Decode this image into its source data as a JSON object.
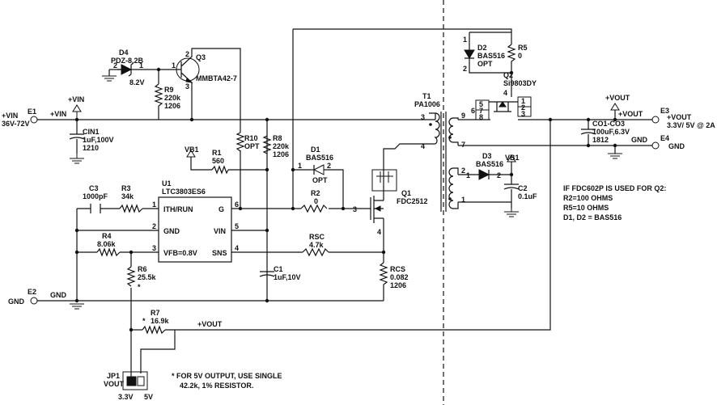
{
  "vin": {
    "terminal": "E1",
    "supply": "+VIN",
    "range": "36V-72V",
    "net1": "+VIN",
    "net2": "+VIN"
  },
  "gnd": {
    "terminal": "E2",
    "label": "GND",
    "net": "GND"
  },
  "vout": {
    "terminal3": "E3",
    "label": "+VOUT",
    "spec": "3.3V/ 5V @ 2A",
    "terminal4": "E4",
    "gnd": "GND",
    "net_top": "+VOUT",
    "net_right": "+VOUT",
    "net_fb": "+VOUT"
  },
  "d4": {
    "ref": "D4",
    "part": "PDZ-8.2B",
    "value": "8.2V",
    "pin1": "1",
    "pin2": "2"
  },
  "q3": {
    "ref": "Q3",
    "part": "MMBTA42-7",
    "pin1": "1",
    "pin2": "2",
    "pin3": "3"
  },
  "r9": {
    "ref": "R9",
    "value": "220k",
    "size": "1206"
  },
  "r10": {
    "ref": "R10",
    "value": "OPT"
  },
  "r8": {
    "ref": "R8",
    "value": "220k",
    "size": "1206"
  },
  "cin1": {
    "ref": "CIN1",
    "value": "1uF,100V",
    "size": "1210"
  },
  "vb1a": {
    "label": "VB1"
  },
  "vb1b": {
    "label": "VB1"
  },
  "r1": {
    "ref": "R1",
    "value": "560"
  },
  "d1": {
    "ref": "D1",
    "part": "BAS516",
    "opt": "OPT",
    "pin1": "1",
    "pin2": "2"
  },
  "u1": {
    "ref": "U1",
    "part": "LTC3803ES6",
    "pins": [
      "ITH/RUN",
      "GND",
      "VFB=0.8V",
      "G",
      "VIN",
      "SNS"
    ],
    "nums": [
      "1",
      "2",
      "3",
      "6",
      "5",
      "4"
    ]
  },
  "c3": {
    "ref": "C3",
    "value": "1000pF"
  },
  "r3": {
    "ref": "R3",
    "value": "34k"
  },
  "r4": {
    "ref": "R4",
    "value": "8.06k"
  },
  "r6": {
    "ref": "R6",
    "value": "25.5k",
    "star": "*"
  },
  "r7": {
    "ref": "R7",
    "value": "16.9k",
    "star": "*"
  },
  "r2": {
    "ref": "R2",
    "value": "0"
  },
  "rsc": {
    "ref": "RSC",
    "value": "4.7k"
  },
  "c1": {
    "ref": "C1",
    "value": "1uF,10V"
  },
  "rcs": {
    "ref": "RCS",
    "value": "0.082",
    "size": "1206"
  },
  "q1": {
    "ref": "Q1",
    "part": "FDC2512",
    "pin3": "3",
    "pin4": "4"
  },
  "t1": {
    "ref": "T1",
    "part": "PA1006",
    "pins": [
      "3",
      "4",
      "9",
      "7",
      "2",
      "1"
    ]
  },
  "d2": {
    "ref": "D2",
    "part": "BAS516",
    "opt": "OPT",
    "pin1": "1",
    "pin2": "2"
  },
  "r5": {
    "ref": "R5",
    "value": "0"
  },
  "q2": {
    "ref": "Q2",
    "part": "Si9803DY",
    "pins": [
      "5",
      "6",
      "7",
      "8",
      "1",
      "2",
      "3",
      "4"
    ]
  },
  "co": {
    "ref": "CO1-CO3",
    "value": "100uF,6.3V",
    "size": "1812"
  },
  "d3": {
    "ref": "D3",
    "part": "BAS516",
    "pin1": "1",
    "pin2": "2"
  },
  "c2": {
    "ref": "C2",
    "value": "0.1uF"
  },
  "note": {
    "l1": "IF FDC602P IS USED FOR Q2:",
    "l2": "R2=100 OHMS",
    "l3": "R5=10 OHMS",
    "l4": "D1, D2 = BAS516"
  },
  "jp1": {
    "ref": "JP1",
    "label": "VOUT",
    "opt1": "3.3V",
    "opt2": "5V"
  },
  "footnote": {
    "l1": "* FOR 5V OUTPUT, USE SINGLE",
    "l2": "42.2k, 1% RESISTOR."
  }
}
